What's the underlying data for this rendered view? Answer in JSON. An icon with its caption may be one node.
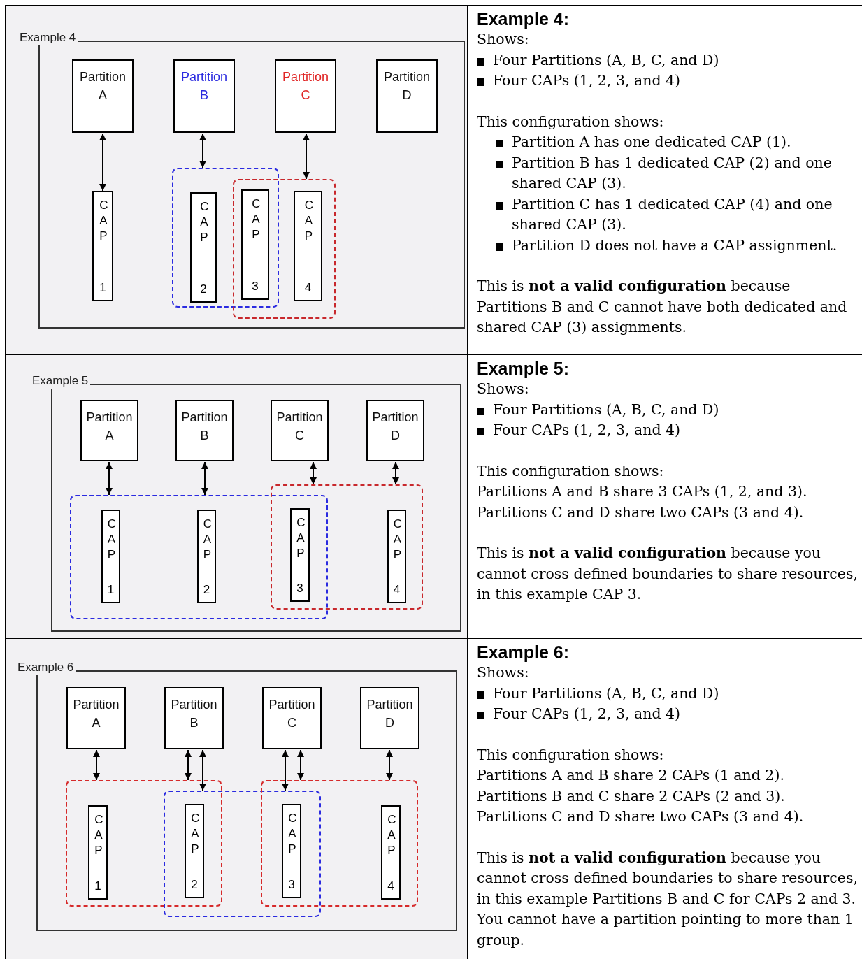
{
  "diagram": {
    "nodes": [
      {
        "text": [
          "Example 4"
        ]
      },
      {
        "text": [
          "Partition A"
        ],
        "in": 0
      },
      {
        "text": [
          "Partition B"
        ],
        "in": 0
      },
      {
        "text": [
          "Partition C"
        ],
        "in": 0
      },
      {
        "text": [
          "Partition D"
        ],
        "in": 0
      },
      {
        "text": [],
        "shape": "box",
        "in": 0
      },
      {
        "text": [],
        "shape": "box",
        "in": 0
      },
      {
        "text": [
          "CAP",
          "1"
        ],
        "in": 0
      },
      {
        "text": [
          "CAP",
          "2"
        ],
        "in": 5
      },
      {
        "text": [
          "CAP",
          "3"
        ]
      },
      {
        "text": [
          "CAP",
          "4"
        ],
        "in": 6
      },
      {
        "text": [
          "Example 5"
        ]
      },
      {
        "text": [
          "Partition A"
        ],
        "in": 11
      },
      {
        "text": [
          "Partition B"
        ],
        "in": 11
      },
      {
        "text": [
          "Partition C"
        ],
        "in": 11
      },
      {
        "text": [
          "Partition D"
        ],
        "in": 11
      },
      {
        "text": [],
        "shape": "box",
        "in": 11
      },
      {
        "text": [],
        "shape": "box",
        "in": 11
      },
      {
        "text": [
          "CAP",
          "1"
        ],
        "in": 16
      },
      {
        "text": [
          "CAP",
          "2"
        ],
        "in": 16
      },
      {
        "text": [
          "CAP",
          "3"
        ]
      },
      {
        "text": [
          "CAP",
          "4"
        ],
        "in": 17
      },
      {
        "text": [
          "Example 6"
        ]
      },
      {
        "text": [
          "Partition A"
        ],
        "in": 22
      },
      {
        "text": [
          "Partition B"
        ],
        "in": 22
      },
      {
        "text": [
          "Partition C"
        ],
        "in": 22
      },
      {
        "text": [
          "Partition D"
        ],
        "in": 22
      },
      {
        "text": [],
        "shape": "box",
        "in": 22
      },
      {
        "text": [],
        "shape": "box",
        "in": 22
      },
      {
        "text": [],
        "shape": "box",
        "in": 22
      },
      {
        "text": [
          "CAP",
          "1"
        ],
        "in": 27
      },
      {
        "text": [
          "CAP",
          "2"
        ]
      },
      {
        "text": [
          "CAP",
          "3"
        ]
      },
      {
        "text": [
          "CAP",
          "4"
        ],
        "in": 29
      }
    ],
    "edges": [
      {
        "from": 1,
        "to": 7,
        "arrow": "both"
      },
      {
        "from": 2,
        "to": 5,
        "arrow": "both"
      },
      {
        "from": 3,
        "to": 6,
        "arrow": "both"
      },
      {
        "from": 12,
        "to": 16,
        "arrow": "both"
      },
      {
        "from": 13,
        "to": 16,
        "arrow": "both"
      },
      {
        "from": 14,
        "to": 17,
        "arrow": "both"
      },
      {
        "from": 15,
        "to": 17,
        "arrow": "both"
      },
      {
        "from": 23,
        "to": 27,
        "arrow": "both"
      },
      {
        "from": 24,
        "to": 27,
        "arrow": "both"
      },
      {
        "from": 24,
        "to": 28,
        "arrow": "both"
      },
      {
        "from": 25,
        "to": 28,
        "arrow": "both"
      },
      {
        "from": 25,
        "to": 29,
        "arrow": "both"
      },
      {
        "from": 26,
        "to": 29,
        "arrow": "both"
      }
    ],
    "labels": [
      "Example 4:",
      "Shows:",
      "Four Partitions (A, B, C, and D)",
      "Four CAPs (1, 2, 3, and 4)",
      "This configuration shows:",
      "Partition A has one dedicated CAP (1).",
      "Partition B has 1 dedicated CAP (2) and one shared CAP (3).",
      "Partition C has 1 dedicated CAP (4) and one shared CAP (3).",
      "Partition D does not have a CAP assignment.",
      "This is **not a valid configuration** because Partitions B and C cannot have both dedicated and shared CAP (3) assignments.",
      "Example 5:",
      "Shows:",
      "Four Partitions (A, B, C, and D)",
      "Four CAPs (1, 2, 3, and 4)",
      "This configuration shows:",
      "Partitions A and B share 3 CAPs (1, 2, and 3).",
      "Partitions C and D share two CAPs (3 and 4).",
      "This is **not a valid configuration** because you cannot cross defined boundaries to share resources, in this example CAP 3.",
      "Example 6:",
      "Shows:",
      "Four Partitions (A, B, C, and D)",
      "Four CAPs (1, 2, 3, and 4)",
      "This configuration shows:",
      "Partitions A and B share 2 CAPs (1 and 2).",
      "Partitions B and C share 2 CAPs (2 and 3).",
      "Partitions C and D share two CAPs (3 and 4).",
      "This is **not a valid configuration** because you cannot cross defined boundaries to share resources, in this example Partitions B and C for CAPs 2 and 3. You cannot have a partition pointing to more than 1 group."
    ]
  }
}
